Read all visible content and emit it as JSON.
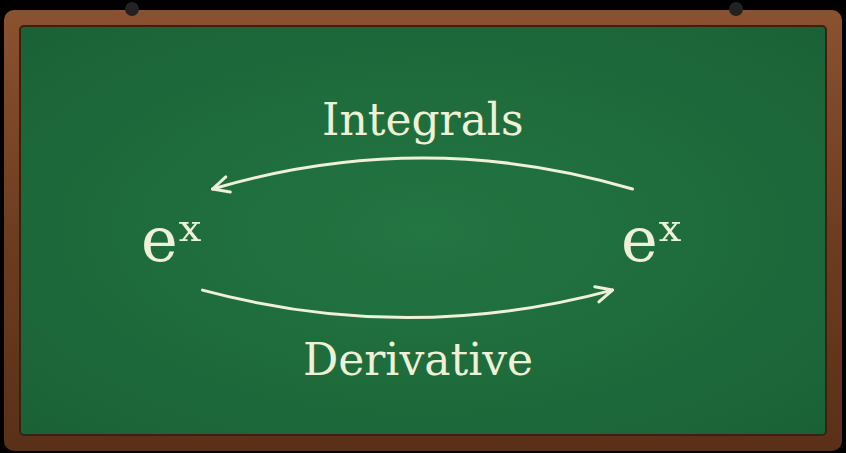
{
  "diagram": {
    "nodes": [
      {
        "text": [
          "eˣ"
        ]
      },
      {
        "text": [
          "eˣ"
        ]
      }
    ],
    "edges": [
      {
        "from": 1,
        "to": 0,
        "arrow": "to",
        "label": "Integrals"
      },
      {
        "from": 0,
        "to": 1,
        "arrow": "to",
        "label": "Derivative"
      }
    ]
  }
}
